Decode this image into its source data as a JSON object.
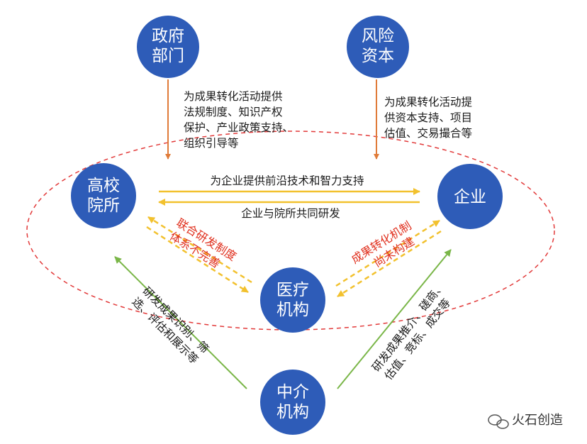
{
  "nodes": {
    "gov": {
      "line1": "政府",
      "line2": "部门"
    },
    "vc": {
      "line1": "风险",
      "line2": "资本"
    },
    "univ": {
      "line1": "高校",
      "line2": "院所"
    },
    "ent": {
      "label": "企业"
    },
    "med": {
      "line1": "医疗",
      "line2": "机构"
    },
    "inter": {
      "line1": "中介",
      "line2": "机构"
    }
  },
  "labels": {
    "gov_support": [
      "为成果转化活动提供",
      "法规制度、知识产权",
      "保护、产业政策支持、",
      "组织引导等"
    ],
    "vc_support": [
      "为成果转化活动提",
      "供资本支持、项目",
      "估值、交易撮合等"
    ],
    "univ_to_ent": "为企业提供前沿技术和智力支持",
    "ent_to_univ": "企业与院所共同研发",
    "left_gap": [
      "联合研发制度",
      "体系不完善"
    ],
    "right_gap": [
      "成果转化机制",
      "尚未构建"
    ],
    "left_inter": [
      "研发成果识别、筛",
      "选、评估和展示等"
    ],
    "right_inter": [
      "研发成果推介、磋商、",
      "估值、竞标、成交等"
    ]
  },
  "watermark": {
    "text": "火石创造"
  },
  "colors": {
    "node_fill": "#2e5cb8",
    "orange_arrow": "#e07b39",
    "gold_arrow": "#f2c12e",
    "green_arrow": "#7ab648",
    "ellipse": "#e23a3a",
    "gap_text": "#e0301e"
  }
}
